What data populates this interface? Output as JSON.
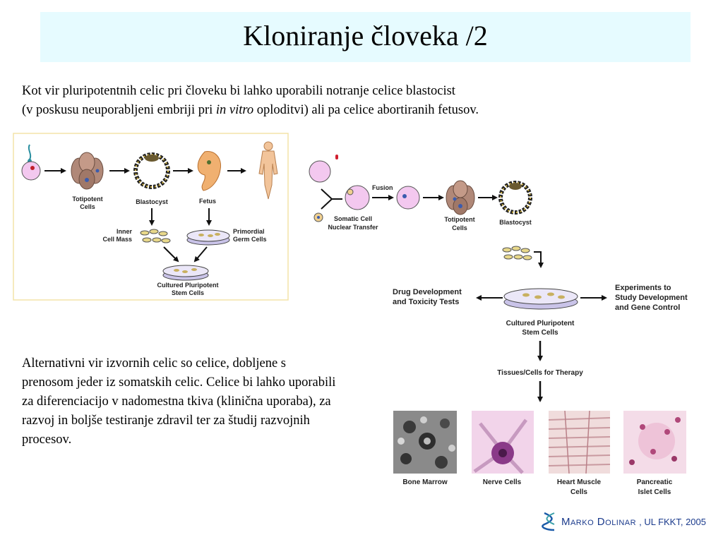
{
  "slide": {
    "title": "Kloniranje človeka /2",
    "intro_line1": "Kot vir pluripotentnih celic pri človeku bi lahko uporabili notranje celice blastocist",
    "intro_line2_pre": "(v poskusu neuporabljeni embriji pri ",
    "intro_line2_italic": "in vitro",
    "intro_line2_post": " oploditvi) ali pa celice abortiranih fetusov.",
    "alt_text": "Alternativni vir izvornih celic so celice, dobljene s prenosom jeder iz somatskih celic. Celice bi lahko uporabili za diferenciacijo v nadomestna tkiva (klinična uporaba), za razvoj in boljše testiranje zdravil ter za študij razvojnih procesov."
  },
  "left_diagram": {
    "totipotent_l1": "Totipotent",
    "totipotent_l2": "Cells",
    "blastocyst": "Blastocyst",
    "fetus": "Fetus",
    "inner_l1": "Inner",
    "inner_l2": "Cell Mass",
    "primordial_l1": "Primordial",
    "primordial_l2": "Germ Cells",
    "cultured_l1": "Cultured Pluripotent",
    "cultured_l2": "Stem Cells"
  },
  "right_diagram": {
    "fusion": "Fusion",
    "scnt_l1": "Somatic Cell",
    "scnt_l2": "Nuclear Transfer",
    "totipotent_l1": "Totipotent",
    "totipotent_l2": "Cells",
    "blastocyst": "Blastocyst",
    "drug_l1": "Drug Development",
    "drug_l2": "and Toxicity Tests",
    "exp_l1": "Experiments to",
    "exp_l2": "Study Development",
    "exp_l3": "and Gene Control",
    "cultured_l1": "Cultured Pluripotent",
    "cultured_l2": "Stem Cells",
    "tissues": "Tissues/Cells for Therapy",
    "bone_marrow": "Bone Marrow",
    "nerve": "Nerve Cells",
    "heart_l1": "Heart Muscle",
    "heart_l2": "Cells",
    "pancreatic_l1": "Pancreatic",
    "pancreatic_l2": "Islet Cells"
  },
  "footer": {
    "author": "Marko Dolinar",
    "rest": ", UL FKKT, 2005"
  },
  "colors": {
    "title_bg": "#e6fbff",
    "egg": "#f3c8ef",
    "footer_text": "#1a3a8c"
  }
}
